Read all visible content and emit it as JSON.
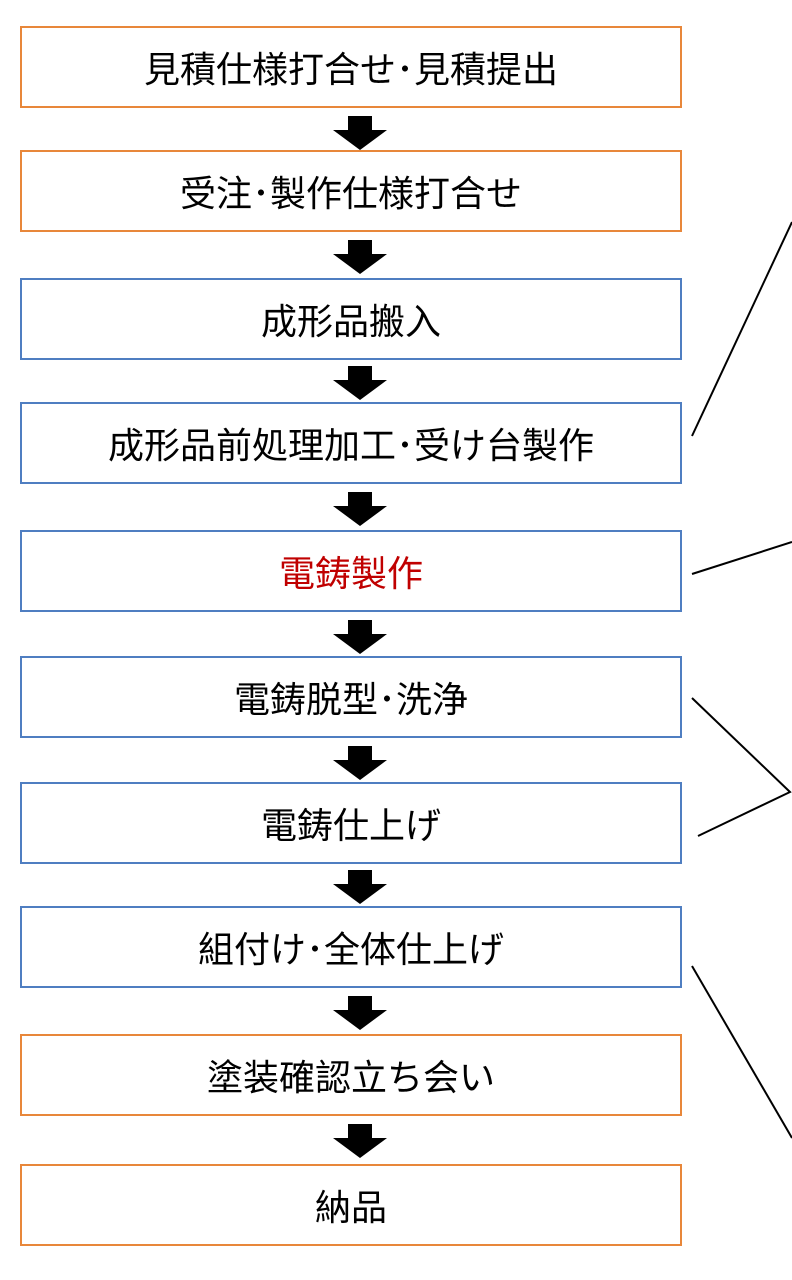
{
  "flow": {
    "steps": [
      {
        "label": "見積仕様打合せ･見積提出",
        "border_color": "#e8873a",
        "text_color": "#000000"
      },
      {
        "label": "受注･製作仕様打合せ",
        "border_color": "#e8873a",
        "text_color": "#000000"
      },
      {
        "label": "成形品搬入",
        "border_color": "#4f7ec1",
        "text_color": "#000000"
      },
      {
        "label": "成形品前処理加工･受け台製作",
        "border_color": "#4f7ec1",
        "text_color": "#000000"
      },
      {
        "label": "電鋳製作",
        "border_color": "#4f7ec1",
        "text_color": "#c00000"
      },
      {
        "label": "電鋳脱型･洗浄",
        "border_color": "#4f7ec1",
        "text_color": "#000000"
      },
      {
        "label": "電鋳仕上げ",
        "border_color": "#4f7ec1",
        "text_color": "#000000"
      },
      {
        "label": "組付け･全体仕上げ",
        "border_color": "#4f7ec1",
        "text_color": "#000000"
      },
      {
        "label": "塗装確認立ち会い",
        "border_color": "#e8873a",
        "text_color": "#000000"
      },
      {
        "label": "納品",
        "border_color": "#e8873a",
        "text_color": "#000000"
      }
    ],
    "arrow_color": "#000000",
    "connector_color": "#000000"
  }
}
